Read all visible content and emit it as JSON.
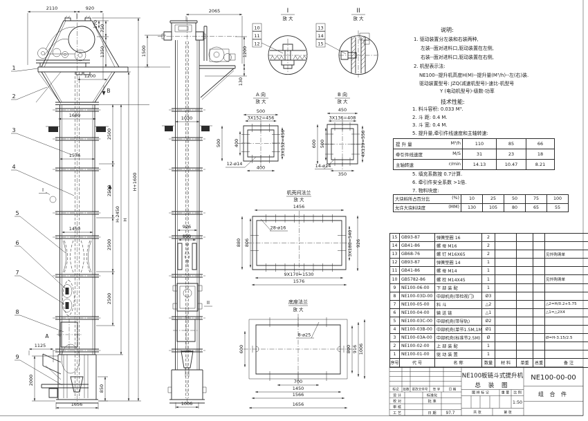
{
  "notes": {
    "heading": "说明:",
    "lines": [
      "1. 驱动装置分左装和右装两种,",
      "左装--面对进料口,驱动装置在左侧,",
      "右装--面对进料口,驱动装置在右侧,",
      "2. 机型表示法:",
      "NE100--提升机高度H(M)--提升量(M³/h)--左(右)装.",
      "驱动装置型号: JZQ(减速机型号)-速比-机型号",
      "Y (电动机型号)-级数-功率"
    ]
  },
  "tech": {
    "heading": "技术性能:",
    "items": [
      "1. 料斗容积: 0.033 M³.",
      "2. 斗  距: 0.4 M.",
      "3. 斗  宽: 0.4 M.",
      "5. 提升量,牵引件线速度和主轴转速:"
    ],
    "table1": {
      "rows": [
        {
          "label": "提 升 量",
          "unit": "M³/h",
          "values": [
            "110",
            "85",
            "66"
          ]
        },
        {
          "label": "牵引件线速度",
          "unit": "M/S",
          "values": [
            "31",
            "23",
            "18"
          ]
        },
        {
          "label": "主轴转速",
          "unit": "r/min",
          "values": [
            "14.13",
            "10.47",
            "8.21"
          ]
        }
      ]
    },
    "items2": [
      "5. 填充系数按 0.7计算.",
      "6. 牵引件安全系数 >1倍.",
      "7. 物料块度:"
    ],
    "table2": {
      "rows": [
        {
          "label": "大块料所占百分比",
          "unit": "(%)",
          "values": [
            "10",
            "25",
            "50",
            "75",
            "100"
          ]
        },
        {
          "label": "允许大块料块度",
          "unit": "(MM)",
          "values": [
            "130",
            "105",
            "80",
            "65",
            "55"
          ]
        }
      ]
    }
  },
  "bom": {
    "headers": [
      "序号",
      "代  号",
      "名    称",
      "数量",
      "材  料",
      "单重",
      "总重",
      "备  注"
    ],
    "rows": [
      [
        "15",
        "GB93-87",
        "弹簧垫圈 16",
        "2",
        "",
        "",
        "",
        ""
      ],
      [
        "14",
        "GB41-86",
        "螺 母 M16",
        "2",
        "",
        "",
        "",
        ""
      ],
      [
        "13",
        "GB68-76",
        "螺 钉 M16X65",
        "2",
        "",
        "",
        "",
        "见外购清单"
      ],
      [
        "12",
        "GB93-87",
        "弹簧垫圈 14",
        "1",
        "",
        "",
        "",
        ""
      ],
      [
        "11",
        "GB41-86",
        "螺 母 M14",
        "1",
        "",
        "",
        "",
        ""
      ],
      [
        "10",
        "GB5782-86",
        "螺 栓 M14X45",
        "1",
        "",
        "",
        "",
        "见外购清单"
      ],
      [
        "9",
        "NE100-06-00",
        "下 部 装 配",
        "1",
        "",
        "",
        "",
        ""
      ],
      [
        "8",
        "NE100-03D-00",
        "中部机壳(带检视门)",
        "Ø3",
        "",
        "",
        "",
        ""
      ],
      [
        "7",
        "NE100-05-00",
        "料 斗",
        "△2",
        "",
        "",
        "",
        "△2=H/0.2+5.75"
      ],
      [
        "6",
        "NE100-04-00",
        "输 送 链",
        "△1",
        "",
        "",
        "",
        "△1=△2X4"
      ],
      [
        "5",
        "NE100-03C-00",
        "中部机壳(带导轨)",
        "Ø2",
        "",
        "",
        "",
        ""
      ],
      [
        "4",
        "NE100-03B-00",
        "中部机壳(单节1.5M,1M)",
        "Ø1",
        "",
        "",
        "",
        ""
      ],
      [
        "3",
        "NE100-03A-00",
        "中部机壳(标准节2.5M)",
        "Ø",
        "",
        "",
        "",
        "Ø=H-3.15/2.5"
      ],
      [
        "2",
        "NE100-02-00",
        "上 部 装 配",
        "1",
        "",
        "",
        "",
        ""
      ],
      [
        "1",
        "NE100-01-00",
        "驱 动 装 置",
        "1",
        "",
        "",
        "",
        ""
      ]
    ]
  },
  "titleblock": {
    "title_line1": "NE100板链斗式提升机",
    "title_line2": "总  装  图",
    "drawing_no": "NE100-00-00",
    "part_type": "组 合 件",
    "rev_header": [
      "标记",
      "处数",
      "更改文件号",
      "签 字",
      "日 期"
    ],
    "sig_rows": [
      [
        "设 计",
        "标准化"
      ],
      [
        "校 对",
        "批 准"
      ],
      [
        "审 核",
        ""
      ],
      [
        "工 艺",
        "日 期"
      ]
    ],
    "date_value": "97.7",
    "mark_label": "图 样 标 记",
    "weight_label": "重 量",
    "scale_label": "比 例",
    "scale_value": "1:50",
    "sheet_total": "共  张",
    "sheet_no": "第  张"
  },
  "dims": {
    "d2110": "2110",
    "d920": "920",
    "d170": "170",
    "d750": "750",
    "d1350": "1350",
    "d1500": "1500",
    "d1200": "1200",
    "d1680": "1680",
    "d2500": "2500",
    "d1576": "1576",
    "d1450": "1450",
    "dhp": "H+1600",
    "dhm": "H-2450",
    "dh": "H",
    "d1125": "1125",
    "d2000": "2000",
    "d850": "850",
    "d1656": "1656",
    "d2065": "2065",
    "d130": "130",
    "d1030": "1030",
    "d926": "926",
    "d800": "800",
    "d1006": "1006",
    "d500": "500",
    "d456": "3X152=456",
    "d400": "400",
    "dh12": "12-ø14",
    "d450": "450",
    "d408": "3X136=408",
    "d600": "600",
    "d556": "4X139=556",
    "d350": "350",
    "dh14": "14-ø14",
    "d1456": "1456",
    "dh28": "28-ø16",
    "d880": "880",
    "d806": "806",
    "d540": "3X180=540",
    "d1530": "9X170=1530",
    "dh8": "8-ø25",
    "d916": "916",
    "d700": "700",
    "d1566": "1566"
  },
  "balloons": {
    "b1": "1",
    "b2": "2",
    "b3": "3",
    "b4": "4",
    "b5": "5",
    "b6": "6",
    "b7": "7",
    "b8": "8",
    "b9": "9",
    "b10": "10",
    "b11": "11",
    "b12": "12",
    "b13": "13",
    "b14": "14",
    "b15": "15"
  },
  "labels": {
    "sec_i": "I",
    "sec_ii": "II",
    "enlarge": "放 大",
    "view_a": "A 向",
    "view_b": "B 向",
    "flange_mid": "机壳间法兰",
    "flange_base": "底座法兰",
    "mark_a": "A",
    "mark_b": "B",
    "mark_i": "I",
    "mark_ii": "II"
  }
}
